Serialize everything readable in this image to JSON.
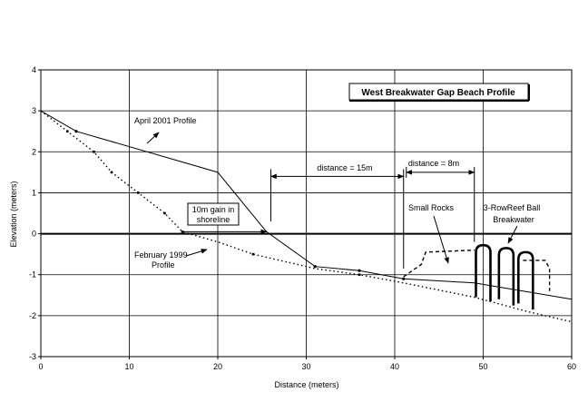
{
  "chart_data": {
    "type": "line",
    "title": "West Breakwater Gap Beach Profile",
    "xlabel": "Distance (meters)",
    "ylabel": "Elevation (meters)",
    "xlim": [
      0,
      60
    ],
    "ylim": [
      -3,
      4
    ],
    "xticks": [
      0,
      10,
      20,
      30,
      40,
      50,
      60
    ],
    "yticks": [
      -3,
      -2,
      -1,
      0,
      1,
      2,
      3,
      4
    ],
    "grid": true,
    "series": [
      {
        "name": "April 2001 Profile",
        "style": "solid",
        "x": [
          0,
          4,
          20,
          25.5,
          31,
          36,
          41,
          49,
          60
        ],
        "y": [
          3,
          2.5,
          1.5,
          0.05,
          -0.8,
          -0.9,
          -1.1,
          -1.2,
          -1.6
        ]
      },
      {
        "name": "February 1999 Profile",
        "style": "dotted",
        "x": [
          0,
          3,
          6,
          8,
          11,
          14,
          16,
          20,
          24,
          27,
          31,
          36,
          41,
          49,
          55,
          60
        ],
        "y": [
          3,
          2.5,
          2.0,
          1.5,
          1.0,
          0.5,
          0.05,
          -0.2,
          -0.5,
          -0.65,
          -0.85,
          -1.0,
          -1.2,
          -1.55,
          -1.9,
          -2.15
        ]
      }
    ],
    "markers_april": [
      {
        "x": 4,
        "y": 2.5
      },
      {
        "x": 31,
        "y": -0.8
      },
      {
        "x": 36,
        "y": -0.9
      },
      {
        "x": 41,
        "y": -1.1
      }
    ],
    "markers_feb": [
      {
        "x": 3,
        "y": 2.5
      },
      {
        "x": 6,
        "y": 2.0
      },
      {
        "x": 8,
        "y": 1.5
      },
      {
        "x": 11,
        "y": 1.0
      },
      {
        "x": 14,
        "y": 0.5
      },
      {
        "x": 16,
        "y": 0.05
      },
      {
        "x": 24,
        "y": -0.5
      },
      {
        "x": 36,
        "y": -1.0
      }
    ],
    "small_rocks_outline": {
      "x": [
        41,
        43,
        43.5,
        49
      ],
      "y": [
        -1.05,
        -0.75,
        -0.45,
        -0.4
      ]
    },
    "reef_outline": {
      "x": [
        54.5,
        57,
        57.5,
        57.5
      ],
      "y": [
        -0.65,
        -0.65,
        -0.85,
        -1.4
      ]
    },
    "reef_balls": [
      {
        "x": 50,
        "top": -0.28,
        "bottom_left": -1.55,
        "bottom_right": -1.65
      },
      {
        "x": 52.6,
        "top": -0.35,
        "bottom_left": -1.6,
        "bottom_right": -1.75
      },
      {
        "x": 54.8,
        "top": -0.45,
        "bottom_left": -1.7,
        "bottom_right": -1.85
      }
    ],
    "annotations": {
      "april_label": "April 2001 Profile",
      "feb_label_line1": "February 1999",
      "feb_label_line2": "Profile",
      "gain_line1": "10m gain in",
      "gain_line2": "shoreline",
      "distance15": "distance = 15m",
      "distance8": "distance = 8m",
      "small_rocks": "Small Rocks",
      "reef_line1": "3-RowReef Ball",
      "reef_line2": "Breakwater"
    },
    "dimension_15m": {
      "x1": 26,
      "x2": 41,
      "y": 1.4
    },
    "dimension_8m": {
      "x1": 41,
      "x2": 49,
      "y": 1.5
    },
    "gain_arrow": {
      "x1": 16,
      "x2": 25.5,
      "y": 0.05
    },
    "colors": {
      "line": "#000000",
      "grid": "#000000",
      "background": "#ffffff"
    }
  }
}
